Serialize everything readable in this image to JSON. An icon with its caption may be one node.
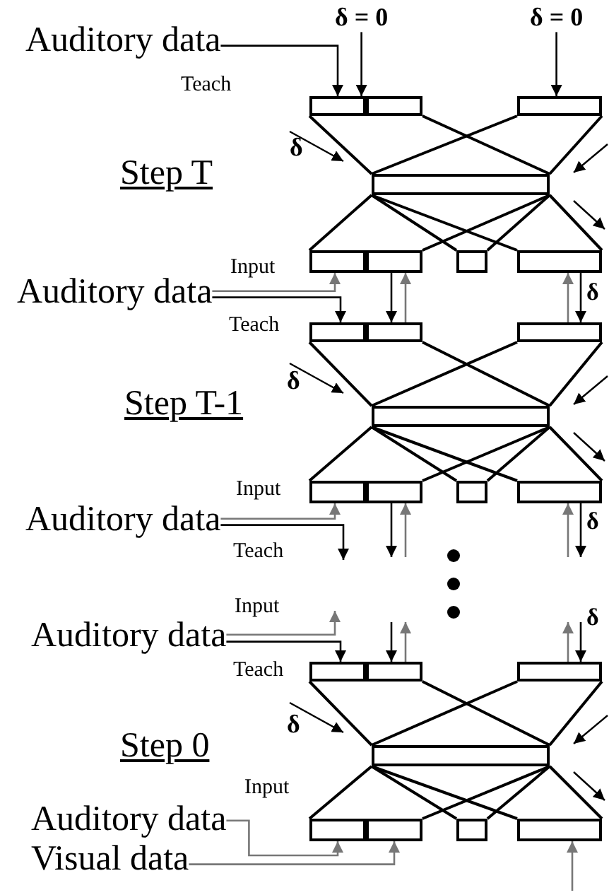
{
  "diagram": {
    "nodes": [
      {
        "text": [
          "δ = 0"
        ]
      },
      {
        "text": [
          "δ = 0"
        ]
      },
      {
        "text": [
          "Auditory data"
        ]
      },
      {
        "text": [],
        "shape": "box"
      },
      {
        "text": [],
        "shape": "box"
      },
      {
        "text": [],
        "shape": "box"
      },
      {
        "text": [],
        "shape": "box"
      },
      {
        "text": [],
        "shape": "box"
      },
      {
        "text": [],
        "shape": "box"
      },
      {
        "text": [],
        "shape": "box"
      },
      {
        "text": [],
        "shape": "box"
      },
      {
        "text": [
          "Auditory data"
        ]
      },
      {
        "text": [],
        "shape": "box"
      },
      {
        "text": [],
        "shape": "box"
      },
      {
        "text": [],
        "shape": "box"
      },
      {
        "text": [],
        "shape": "box"
      },
      {
        "text": [],
        "shape": "box"
      },
      {
        "text": [],
        "shape": "box"
      },
      {
        "text": [],
        "shape": "box"
      },
      {
        "text": [],
        "shape": "box"
      },
      {
        "text": [
          "Auditory data"
        ]
      },
      {
        "text": [
          "Auditory data"
        ]
      },
      {
        "text": [],
        "shape": "box"
      },
      {
        "text": [],
        "shape": "box"
      },
      {
        "text": [],
        "shape": "box"
      },
      {
        "text": [],
        "shape": "box"
      },
      {
        "text": [],
        "shape": "box"
      },
      {
        "text": [],
        "shape": "box"
      },
      {
        "text": [],
        "shape": "box"
      },
      {
        "text": [],
        "shape": "box"
      },
      {
        "text": [
          "Auditory data"
        ]
      },
      {
        "text": [
          "Visual data"
        ]
      }
    ],
    "edges": [
      {
        "from": 2,
        "to": 3,
        "arrow": "to",
        "label": "Teach"
      },
      {
        "from": 0,
        "to": 4,
        "arrow": "to"
      },
      {
        "from": 1,
        "to": 5,
        "arrow": "to"
      },
      {
        "from": 3,
        "to": 6,
        "arrow": "none"
      },
      {
        "from": 4,
        "to": 6,
        "arrow": "none"
      },
      {
        "from": 5,
        "to": 6,
        "arrow": "none"
      },
      {
        "from": 5,
        "to": 6,
        "arrow": "none"
      },
      {
        "from": 6,
        "to": 7,
        "arrow": "none"
      },
      {
        "from": 6,
        "to": 8,
        "arrow": "none"
      },
      {
        "from": 6,
        "to": 9,
        "arrow": "none"
      },
      {
        "from": 6,
        "to": 9,
        "arrow": "none"
      },
      {
        "from": 6,
        "to": 10,
        "arrow": "none"
      },
      {
        "from": 6,
        "to": 10,
        "arrow": "none"
      },
      {
        "from": 11,
        "to": 7,
        "arrow": "to",
        "label": "Input",
        "color": "#777777"
      },
      {
        "from": 11,
        "to": 12,
        "arrow": "to",
        "label": "Teach"
      },
      {
        "from": 8,
        "to": 13,
        "arrow": "to"
      },
      {
        "from": 13,
        "to": 8,
        "arrow": "to",
        "color": "#777777"
      },
      {
        "from": 10,
        "to": 14,
        "arrow": "to",
        "label": "δ"
      },
      {
        "from": 14,
        "to": 10,
        "arrow": "to",
        "color": "#777777"
      },
      {
        "from": 12,
        "to": 15,
        "arrow": "none"
      },
      {
        "from": 13,
        "to": 15,
        "arrow": "none"
      },
      {
        "from": 14,
        "to": 15,
        "arrow": "none"
      },
      {
        "from": 14,
        "to": 15,
        "arrow": "none"
      },
      {
        "from": 15,
        "to": 16,
        "arrow": "none"
      },
      {
        "from": 15,
        "to": 17,
        "arrow": "none"
      },
      {
        "from": 15,
        "to": 18,
        "arrow": "none"
      },
      {
        "from": 15,
        "to": 18,
        "arrow": "none"
      },
      {
        "from": 15,
        "to": 19,
        "arrow": "none"
      },
      {
        "from": 15,
        "to": 19,
        "arrow": "none"
      },
      {
        "from": 20,
        "to": 16,
        "arrow": "to",
        "label": "Input",
        "color": "#777777"
      },
      {
        "from": 20,
        "to": null,
        "arrow": "to",
        "label": "Teach"
      },
      {
        "from": 17,
        "to": null,
        "arrow": "to"
      },
      {
        "from": null,
        "to": 17,
        "arrow": "to",
        "color": "#777777"
      },
      {
        "from": 19,
        "to": null,
        "arrow": "to",
        "label": "δ"
      },
      {
        "from": null,
        "to": 19,
        "arrow": "to",
        "color": "#777777"
      },
      {
        "from": 21,
        "to": null,
        "arrow": "to",
        "label": "Input",
        "color": "#777777"
      },
      {
        "from": 21,
        "to": 22,
        "arrow": "to",
        "label": "Teach"
      },
      {
        "from": null,
        "to": 23,
        "arrow": "to"
      },
      {
        "from": 23,
        "to": null,
        "arrow": "to",
        "color": "#777777"
      },
      {
        "from": null,
        "to": 24,
        "arrow": "to",
        "label": "δ"
      },
      {
        "from": 24,
        "to": null,
        "arrow": "to",
        "color": "#777777"
      },
      {
        "from": 22,
        "to": 25,
        "arrow": "none"
      },
      {
        "from": 23,
        "to": 25,
        "arrow": "none"
      },
      {
        "from": 24,
        "to": 25,
        "arrow": "none"
      },
      {
        "from": 24,
        "to": 25,
        "arrow": "none"
      },
      {
        "from": 25,
        "to": 26,
        "arrow": "none"
      },
      {
        "from": 25,
        "to": 27,
        "arrow": "none"
      },
      {
        "from": 25,
        "to": 28,
        "arrow": "none"
      },
      {
        "from": 25,
        "to": 28,
        "arrow": "none"
      },
      {
        "from": 25,
        "to": 29,
        "arrow": "none"
      },
      {
        "from": 25,
        "to": 29,
        "arrow": "none"
      },
      {
        "from": 30,
        "to": 26,
        "arrow": "to",
        "label": "Input",
        "color": "#777777"
      },
      {
        "from": 31,
        "to": 27,
        "arrow": "to",
        "color": "#777777"
      },
      {
        "from": null,
        "to": 29,
        "arrow": "to",
        "color": "#777777"
      }
    ],
    "labels": [
      "δ",
      "Step T",
      "δ",
      "Step T-1",
      "δ",
      "Step 0"
    ]
  }
}
